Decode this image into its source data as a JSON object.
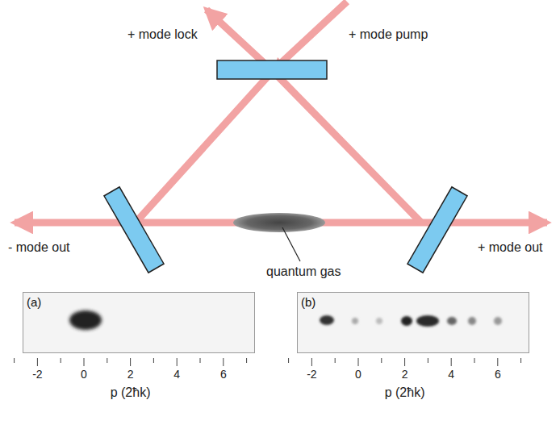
{
  "diagram": {
    "nodes": [
      {
        "text": [
          "(a)"
        ]
      },
      {
        "text": [
          "(b)"
        ]
      }
    ],
    "labels": [
      "+ mode lock",
      "+ mode pump",
      "- mode out",
      "+ mode out",
      "quantum gas",
      "-2",
      "0",
      "2",
      "4",
      "6",
      "p (2ħk)",
      "-2",
      "0",
      "2",
      "4",
      "6",
      "p (2ħk)"
    ]
  }
}
